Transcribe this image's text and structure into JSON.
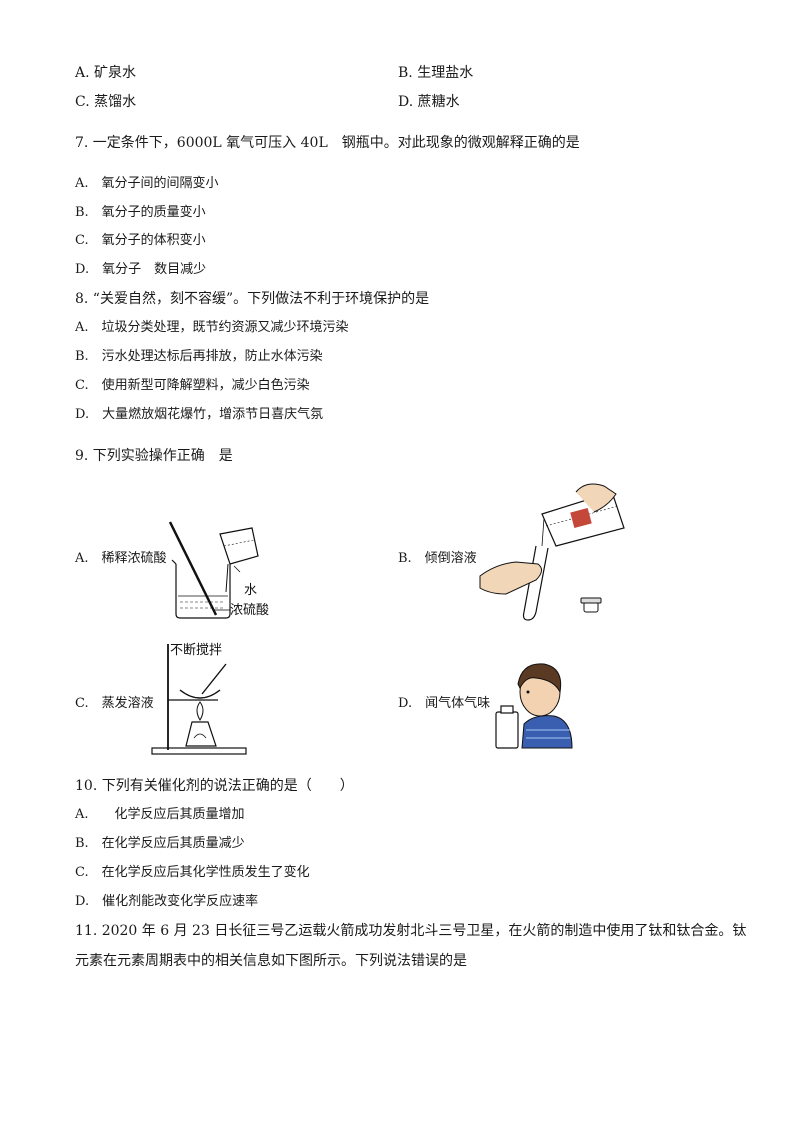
{
  "q6": {
    "a": "A. 矿泉水",
    "b": "B. 生理盐水",
    "c": "C. 蒸馏水",
    "d": "D. 蔗糖水"
  },
  "q7": {
    "stem": "7. 一定条件下，6000L 氧气可压入 40L　钢瓶中。对此现象的微观解释正确的是",
    "options": [
      "A.　氧分子间的间隔变小",
      "B.　氧分子的质量变小",
      "C.　氧分子的体积变小",
      "D.　氧分子　数目减少"
    ]
  },
  "q8": {
    "stem": "8. “关爱自然，刻不容缓”。下列做法不利于环境保护的是",
    "options": [
      "A.　垃圾分类处理，既节约资源又减少环境污染",
      "B.　污水处理达标后再排放，防止水体污染",
      "C.　使用新型可降解塑料，减少白色污染",
      "D.　大量燃放烟花爆竹，增添节日喜庆气氛"
    ]
  },
  "q9": {
    "stem": "9. 下列实验操作正确　是",
    "a": "A.　稀释浓硫酸",
    "b": "B.　倾倒溶液",
    "c": "C.　蒸发溶液",
    "d": "D.　闻气体气味",
    "fig_a_water": "水",
    "fig_a_acid": "浓硫酸",
    "fig_c_stir": "不断搅拌"
  },
  "q10": {
    "stem": "10. 下列有关催化剂的说法正确的是（　　）",
    "options": [
      "A.　　化学反应后其质量增加",
      "B.　在化学反应后其质量减少",
      "C.　在化学反应后其化学性质发生了变化",
      "D.　催化剂能改变化学反应速率"
    ]
  },
  "q11": {
    "line1": "11. 2020 年 6 月 23 日长征三号乙运载火箭成功发射北斗三号卫星，在火箭的制造中使用了钛和钛合金。钛",
    "line2": "元素在元素周期表中的相关信息如下图所示。下列说法错误的是"
  }
}
